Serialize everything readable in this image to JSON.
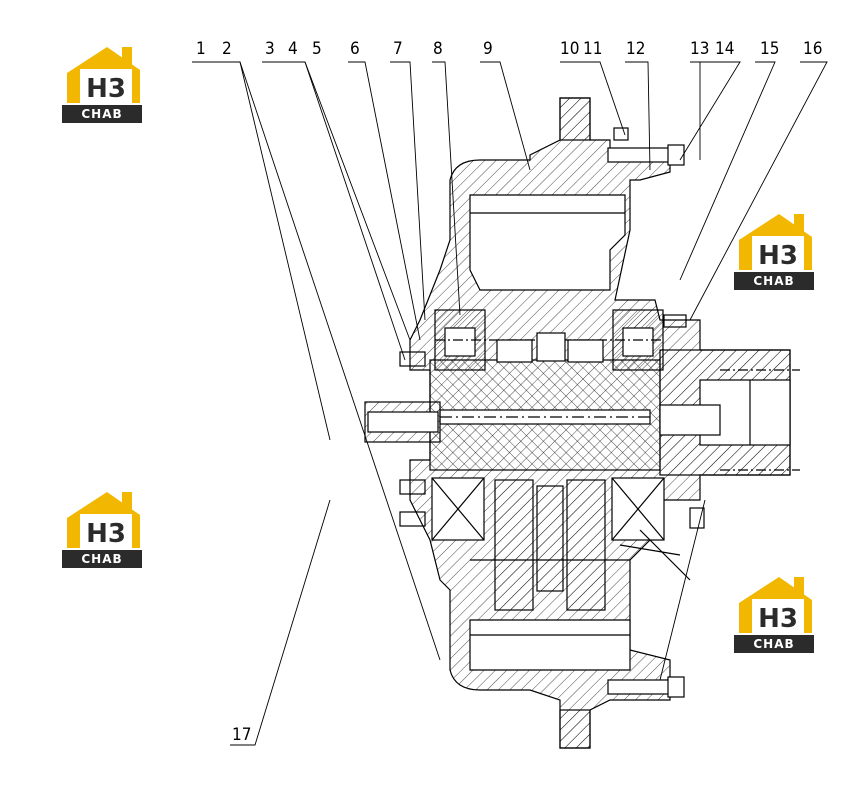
{
  "part_labels": {
    "top": [
      "1",
      "2",
      "3",
      "4",
      "5",
      "6",
      "7",
      "8",
      "9",
      "10",
      "11",
      "12",
      "13",
      "14",
      "15",
      "16"
    ],
    "bottom": "17"
  },
  "logo": {
    "mark": "H3",
    "caption": "CHAB",
    "colors": {
      "yellow": "#f2b700",
      "dark": "#2b2b2b"
    }
  },
  "colors": {
    "line": "#000000",
    "hatch": "#000000",
    "background": "#ffffff"
  }
}
